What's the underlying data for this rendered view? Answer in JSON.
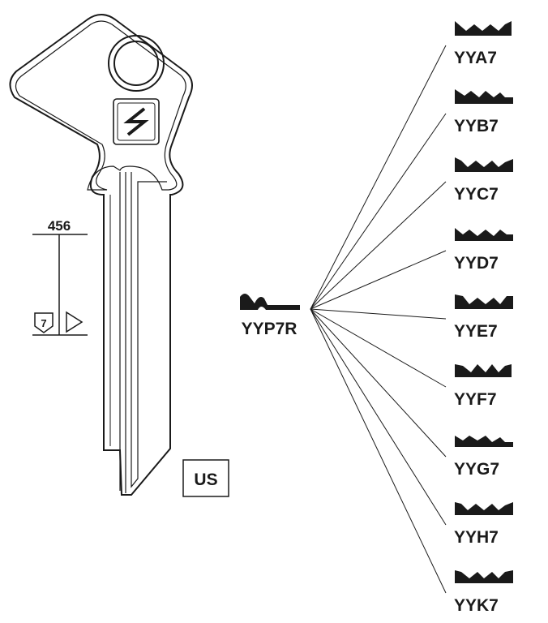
{
  "key": {
    "dimension_label": "456",
    "series_number": "7",
    "region_badge": "US",
    "logo_icon": "silca-s-logo-icon"
  },
  "source_profile": {
    "label": "YYP7R"
  },
  "profiles": [
    {
      "label": "YYA7"
    },
    {
      "label": "YYB7"
    },
    {
      "label": "YYC7"
    },
    {
      "label": "YYD7"
    },
    {
      "label": "YYE7"
    },
    {
      "label": "YYF7"
    },
    {
      "label": "YYG7"
    },
    {
      "label": "YYH7"
    },
    {
      "label": "YYK7"
    }
  ],
  "colors": {
    "ink": "#1a1a1a",
    "background": "#ffffff"
  }
}
